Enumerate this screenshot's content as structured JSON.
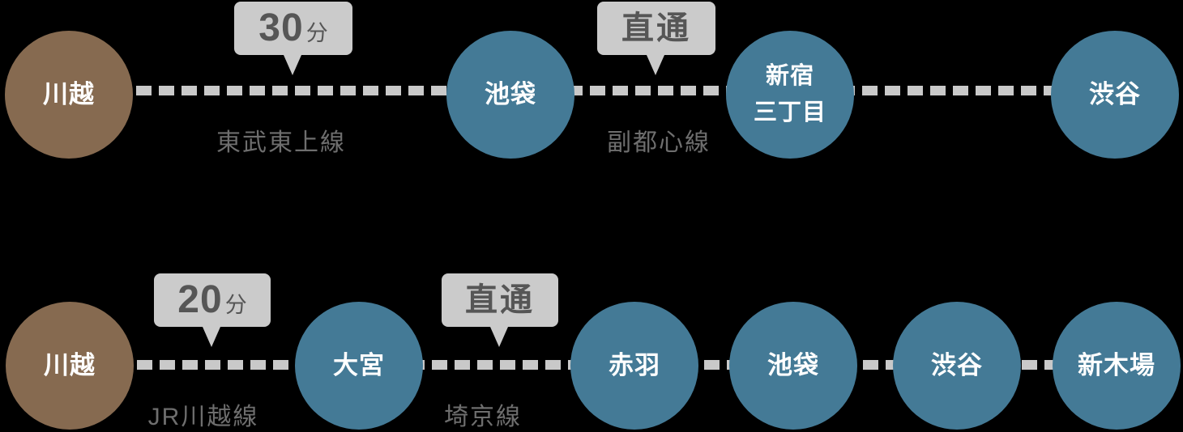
{
  "colors": {
    "background": "#000000",
    "station_blue": "#447a96",
    "station_brown": "#866a50",
    "station_text": "#ffffff",
    "badge_bg": "#cbcbcb",
    "badge_text": "#565656",
    "dash": "#c9c9c9",
    "line_label_text": "#6e6e6e"
  },
  "diagram": {
    "routes": [
      {
        "duration_value": "30",
        "duration_unit": "分",
        "through_label": "直通",
        "line_names": [
          "東武東上線",
          "副都心線"
        ],
        "stations": [
          {
            "label": "川越",
            "color": "#866a50"
          },
          {
            "label": "池袋",
            "color": "#447a96"
          },
          {
            "label": "新宿\n三丁目",
            "color": "#447a96"
          },
          {
            "label": "渋谷",
            "color": "#447a96"
          }
        ]
      },
      {
        "duration_value": "20",
        "duration_unit": "分",
        "through_label": "直通",
        "line_names": [
          "JR川越線",
          "埼京線"
        ],
        "stations": [
          {
            "label": "川越",
            "color": "#866a50"
          },
          {
            "label": "大宮",
            "color": "#447a96"
          },
          {
            "label": "赤羽",
            "color": "#447a96"
          },
          {
            "label": "池袋",
            "color": "#447a96"
          },
          {
            "label": "渋谷",
            "color": "#447a96"
          },
          {
            "label": "新木場",
            "color": "#447a96"
          }
        ]
      }
    ]
  }
}
